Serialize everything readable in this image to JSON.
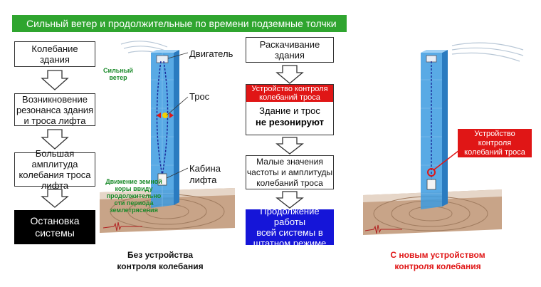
{
  "banner": "Сильный ветер и продолжительные по времени подземные толчки",
  "left_flow": {
    "step1": [
      "Колебание",
      "здания"
    ],
    "step2": [
      "Возникновение",
      "резонанса здания",
      "и троса лифта"
    ],
    "step3": [
      "Большая амплитуда",
      "колебания троса",
      "лифта"
    ],
    "result": [
      "Остановка",
      "системы"
    ]
  },
  "left_building": {
    "wind_label": [
      "Сильный",
      "ветер"
    ],
    "engine_label": "Двигатель",
    "cable_label": "Трос",
    "cabin_label": [
      "Кабина",
      "лифта"
    ],
    "quake_note": [
      "Движение земной",
      "коры ввиду",
      "продолжительно",
      "сти периода",
      "землетрясения"
    ],
    "caption": [
      "Без устройства",
      "контроля колебания"
    ]
  },
  "right_flow": {
    "step1": [
      "Раскачивание",
      "здания"
    ],
    "device_bar": [
      "Устройство контроля",
      "колебаний троса"
    ],
    "step2_line1": "Здание и трос",
    "step2_line2": "не резонируют",
    "step3": [
      "Малые значения",
      "частоты и амплитуды",
      "колебаний троса"
    ],
    "result": [
      "Продолжение работы",
      "всей системы в",
      "штатном режиме"
    ]
  },
  "right_building": {
    "device_label": [
      "Устройство",
      "контроля",
      "колебаний троса"
    ],
    "caption": [
      "С новым устройством",
      "контроля колебания"
    ]
  },
  "colors": {
    "banner_green": "#2fa52f",
    "device_red": "#e01616",
    "result_blue": "#1515d8",
    "result_black": "#000000",
    "tower_blue": "#3c9be0"
  }
}
